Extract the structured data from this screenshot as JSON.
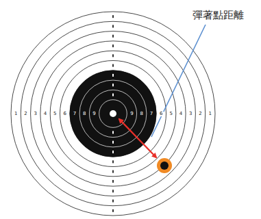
{
  "diagram": {
    "labels": [
      "彈著點距離",
      "1",
      "2",
      "3",
      "4",
      "5",
      "6",
      "7",
      "8",
      "9",
      "9",
      "8",
      "7",
      "6",
      "5",
      "4",
      "3",
      "2",
      "1"
    ]
  }
}
